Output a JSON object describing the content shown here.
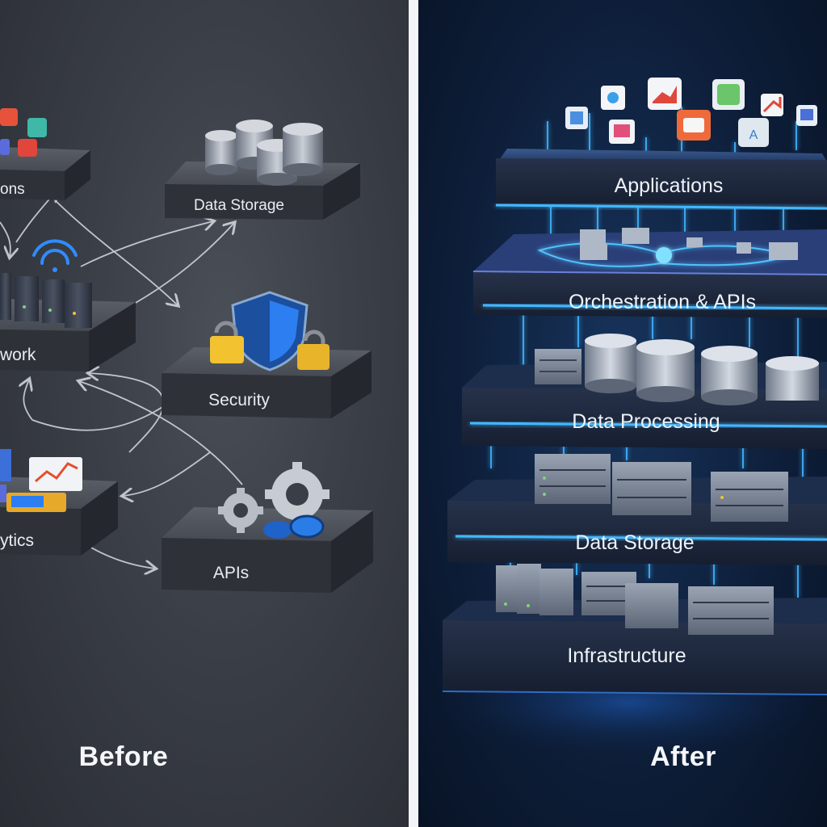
{
  "left_panel": {
    "caption": "Before",
    "modules": [
      {
        "key": "applications",
        "label": "ons"
      },
      {
        "key": "data-storage",
        "label": "Data Storage"
      },
      {
        "key": "network",
        "label": "work"
      },
      {
        "key": "security",
        "label": "Security"
      },
      {
        "key": "analytics",
        "label": "ytics"
      },
      {
        "key": "apis",
        "label": "APIs"
      }
    ]
  },
  "right_panel": {
    "caption": "After",
    "layers": [
      {
        "key": "applications",
        "label": "Applications"
      },
      {
        "key": "orchestration",
        "label": "Orchestration & APIs"
      },
      {
        "key": "data-processing",
        "label": "Data Processing"
      },
      {
        "key": "data-storage",
        "label": "Data Storage"
      },
      {
        "key": "infrastructure",
        "label": "Infrastructure"
      }
    ]
  },
  "colors": {
    "accent_glow": "#2fa8ff",
    "slab_top_dark": "#4b4f57",
    "slab_top_blue": "#2c4a7a",
    "shield": "#1f6fd6",
    "lock": "#f2c230",
    "divider": "#f2f4f7"
  }
}
